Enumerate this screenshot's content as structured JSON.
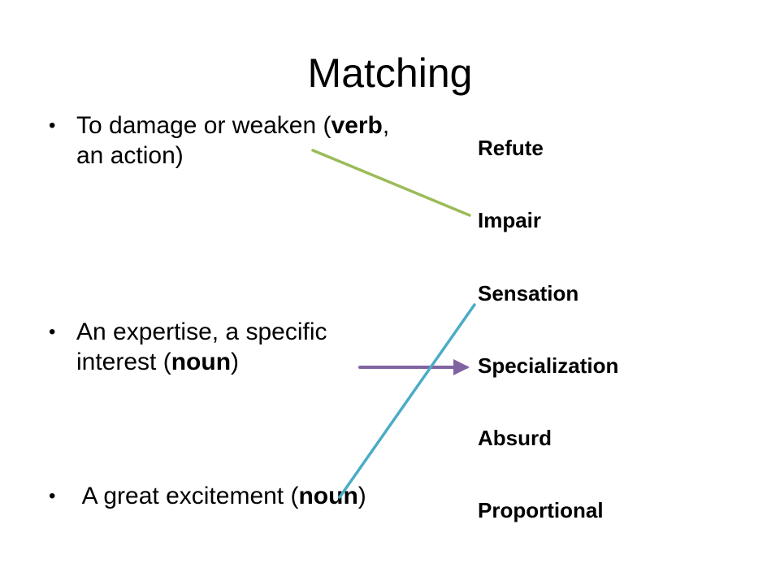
{
  "title": "Matching",
  "definitions": [
    {
      "bullet": "•",
      "text_parts": [
        "To damage or weaken (",
        "verb",
        ", an action)"
      ]
    },
    {
      "bullet": "•",
      "text_parts": [
        "An expertise, a specific interest (",
        "noun",
        ")"
      ]
    },
    {
      "bullet": "•",
      "text_parts": [
        " A great excitement (",
        "noun",
        ")"
      ]
    }
  ],
  "words": [
    "Refute",
    "Impair",
    "Sensation",
    "Specialization",
    "Absurd",
    "Proportional"
  ],
  "match_lines": [
    {
      "from": "definition-1",
      "to": "Impair",
      "color": "#9BBB59"
    },
    {
      "from": "definition-2",
      "to": "Specialization",
      "color": "#8064A2"
    },
    {
      "from": "definition-3",
      "to": "Sensation",
      "color": "#4BACC6"
    }
  ]
}
